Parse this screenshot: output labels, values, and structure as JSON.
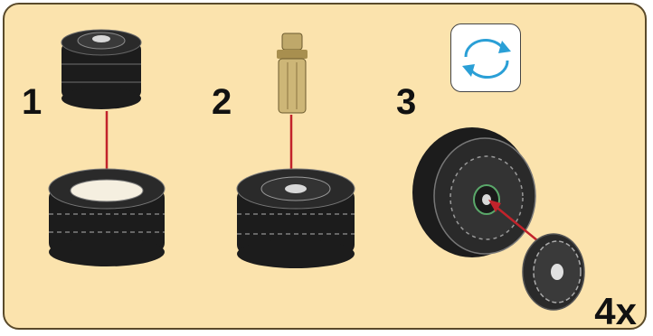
{
  "steps": [
    {
      "number": "1"
    },
    {
      "number": "2"
    },
    {
      "number": "3"
    }
  ],
  "quantity": "4x",
  "icons": {
    "rotate": "rotate-icon"
  },
  "colors": {
    "background": "#fbe3ad",
    "arrow": "#c2232b",
    "rotate_arrow": "#2a9fd6",
    "tire": "#1c1c1c",
    "pin": "#bfa86a"
  }
}
